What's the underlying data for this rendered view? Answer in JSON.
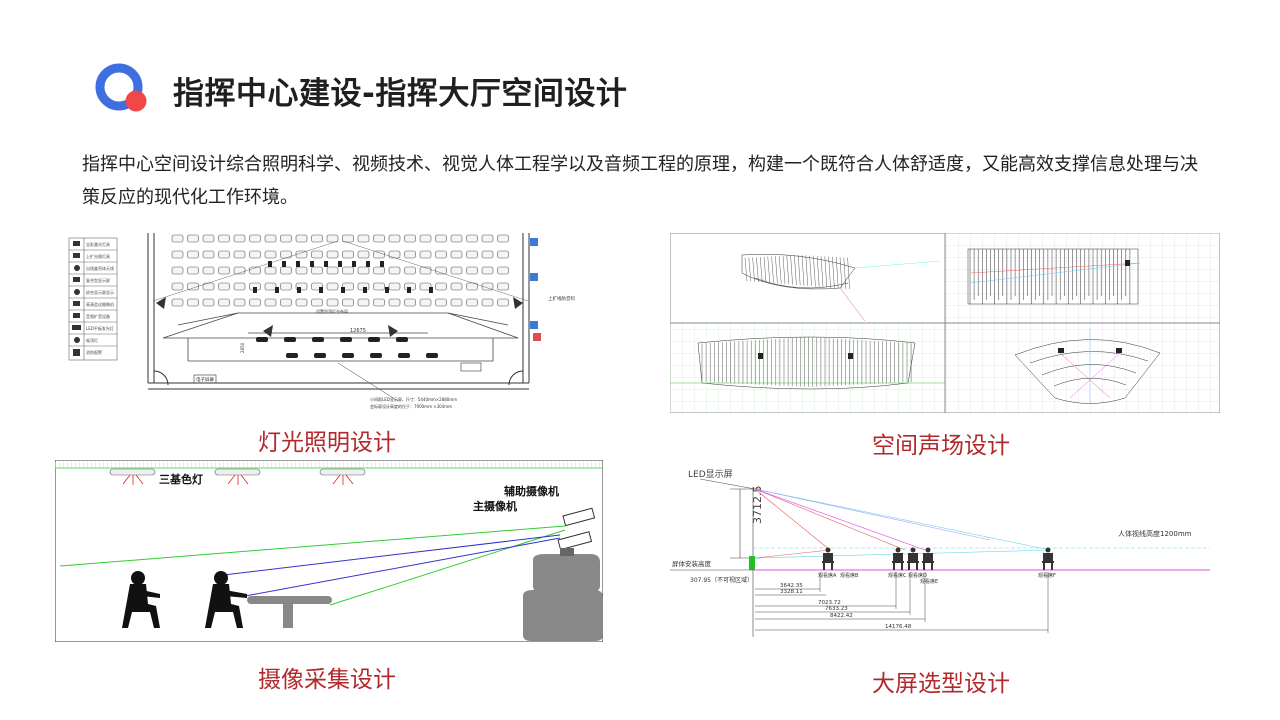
{
  "header": {
    "title": "指挥中心建设-指挥大厅空间设计",
    "intro": "指挥中心空间设计综合照明科学、视频技术、视觉人体工程学以及音频工程的原理，构建一个既符合人体舒适度，又能高效支撑信息处理与决策反应的现代化工作环境。",
    "logo_colors": {
      "ring": "#3d6fe0",
      "dot": "#f04848"
    }
  },
  "sections": [
    {
      "caption": "灯光照明设计"
    },
    {
      "caption": "空间声场设计"
    },
    {
      "caption": "摄像采集设计"
    },
    {
      "caption": "大屏选型设计"
    }
  ],
  "lighting_drawing": {
    "legend": [
      "全彩激光灯具",
      "上扩光格灯具",
      "出线盒壳体天线",
      "复合型显示屏",
      "综合显示屏显示",
      "高清会议摄像机",
      "音频扩音设备",
      "LED平板发光灯",
      "吸顶灯",
      "消防报警"
    ],
    "dimension": "12675",
    "dimension_vertical": "2850",
    "note_center": "设置吊顶灯光布局",
    "callout": "上扩线防音料",
    "bottom_label": "电子屏幕",
    "led_note_1": "小间距LED显示屏，尺寸：5440mm×2880mm",
    "led_note_2": "会标屏设计高度的位于：7900mm ×304mm"
  },
  "camera_drawing": {
    "lights_label": "三基色灯",
    "aux_camera": "辅助摄像机",
    "main_camera": "主摄像机"
  },
  "screen_drawing": {
    "led_label": "LED显示屏",
    "height": "3712.5",
    "eye_height": "人体视线高度1200mm",
    "install_height": "屏体安装高度",
    "blind_zone": "307.95（不可视区域）",
    "viewers": [
      "观看席A",
      "观看席B",
      "观看席C",
      "观看席D",
      "观看席E",
      "观看席F"
    ],
    "distances": [
      "3642.35",
      "3328.11",
      "7023.72",
      "7633.23",
      "8422.42",
      "14176.48"
    ]
  },
  "colors": {
    "caption": "#b2282b",
    "title": "#1f1f1f"
  }
}
